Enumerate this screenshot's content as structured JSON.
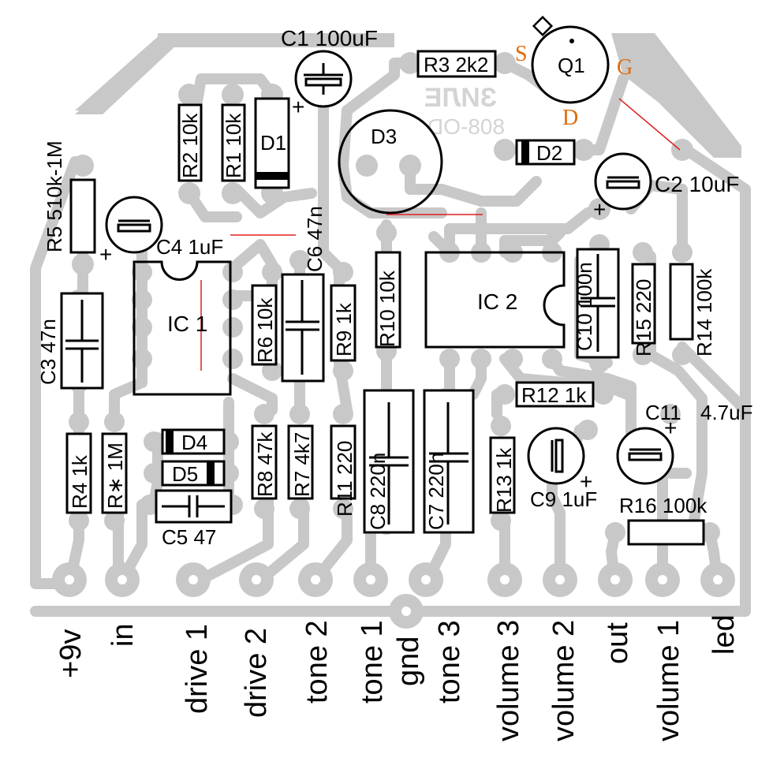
{
  "components": {
    "c1": "C1 100uF",
    "r3": "R3 2k2",
    "q1": "Q1",
    "q1_s": "S",
    "q1_g": "G",
    "q1_d": "D",
    "r2": "R2 10k",
    "r1": "R1 10k",
    "d1": "D1",
    "d3": "D3",
    "d2": "D2",
    "c2": "C2 10uF",
    "r5": "R5 510k-1M",
    "c4": "C4 1uF",
    "c6": "C6 47n",
    "ic1": "IC 1",
    "ic2": "IC 2",
    "c3": "C3 47n",
    "r6": "R6 10k",
    "r9": "R9 1k",
    "r10": "R10 10k",
    "c10": "C10 100n",
    "r15": "R15 220",
    "r14": "R14 100k",
    "r12": "R12 1k",
    "c11": "C11",
    "c11_value": "4.7uF",
    "d4": "D4",
    "d5": "D5",
    "c5": "C5 47",
    "r4": "R4 1k",
    "rstar": "R∗ 1M",
    "r8": "R8 47k",
    "r7": "R7 4k7",
    "r11": "R11 220",
    "c8": "C8 220n",
    "c7": "C7 220n",
    "r13": "R13 1k",
    "c9": "C9 1uF",
    "r16": "R16 100k",
    "plus": "+"
  },
  "mirrored_text": {
    "line1": "ЗИЛЕ",
    "line2": "808-OD"
  },
  "pins": [
    "+9v",
    "in",
    "drive 1",
    "drive 2",
    "tone 2",
    "tone 1",
    "gnd",
    "tone 3",
    "volume 3",
    "volume 2",
    "out",
    "volume 1",
    "led"
  ],
  "colors": {
    "copper": "#c8c8c8",
    "annotation": "#e06a0a",
    "jumper": "#e02020"
  }
}
